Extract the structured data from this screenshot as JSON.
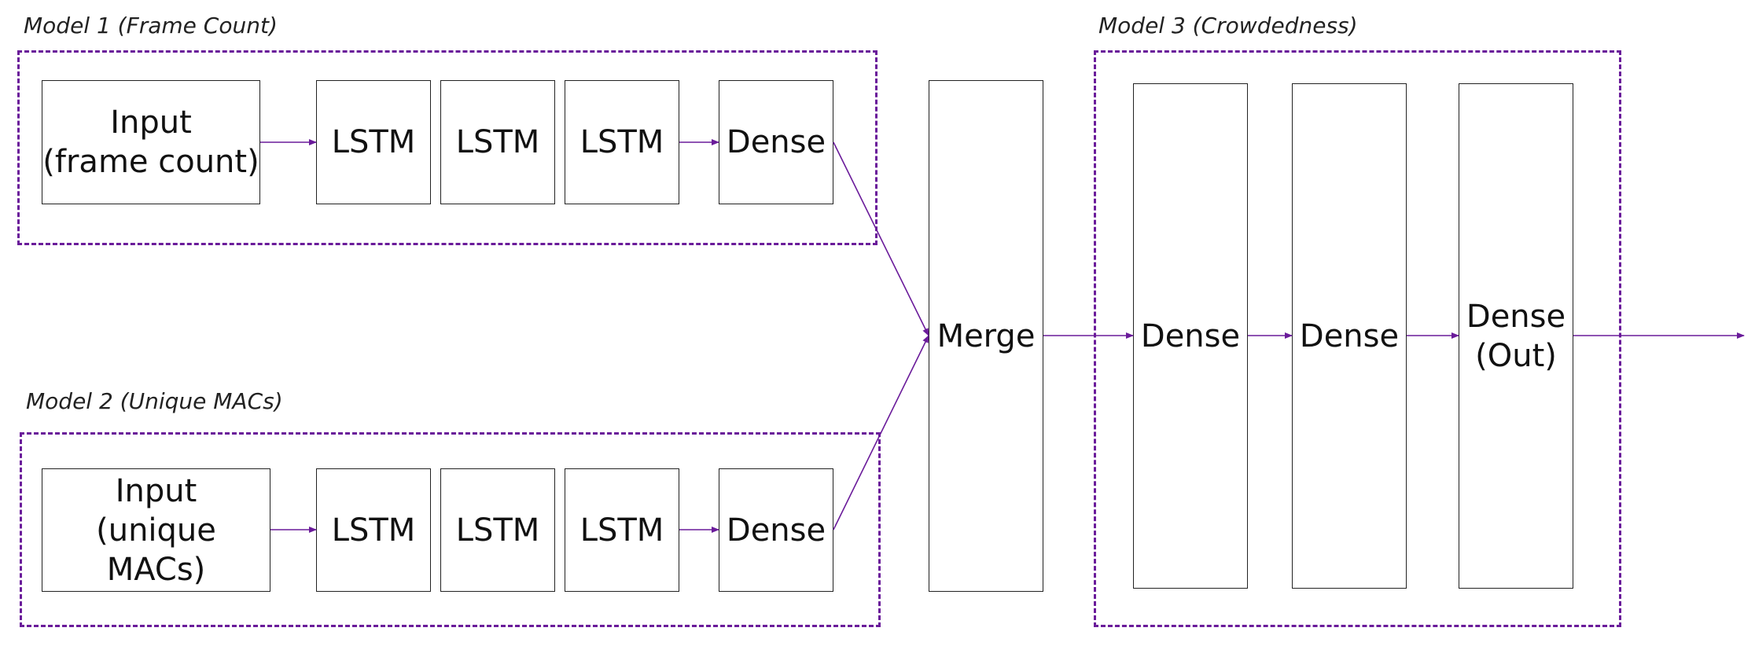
{
  "colors": {
    "accent": "#6a1b9a",
    "box_border": "#222222",
    "text": "#111111"
  },
  "groups": {
    "model1": {
      "title": "Model 1 (Frame Count)"
    },
    "model2": {
      "title": "Model 2 (Unique MACs)"
    },
    "model3": {
      "title": "Model 3 (Crowdedness)"
    }
  },
  "model1": {
    "input": "Input\n(frame count)",
    "lstm1": "LSTM",
    "lstm2": "LSTM",
    "lstm3": "LSTM",
    "dense": "Dense"
  },
  "model2": {
    "input": "Input\n(unique MACs)",
    "lstm1": "LSTM",
    "lstm2": "LSTM",
    "lstm3": "LSTM",
    "dense": "Dense"
  },
  "merge": "Merge",
  "model3": {
    "dense1": "Dense",
    "dense2": "Dense",
    "dense_out": "Dense\n(Out)"
  }
}
